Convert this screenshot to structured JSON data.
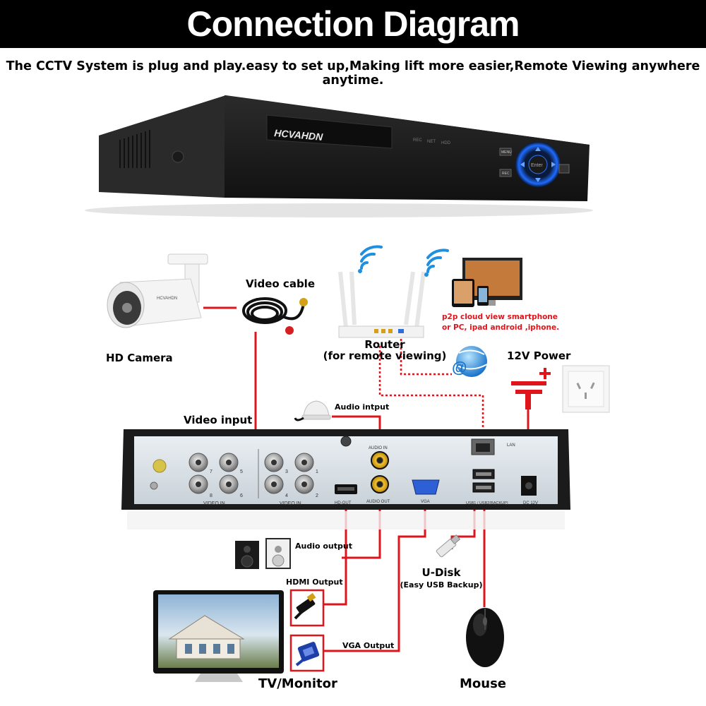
{
  "header": {
    "title": "Connection Diagram",
    "subtitle": "The CCTV System is plug and play.easy to set up,Making lift more easier,Remote Viewing anywhere anytime."
  },
  "dvr_front": {
    "brand": "HCVAHDN",
    "indicators": [
      "REC",
      "NET",
      "HDD"
    ],
    "buttons": [
      "MENU",
      "REC"
    ],
    "enter_label": "Enter"
  },
  "dvr_back": {
    "bnc_numbers_left": [
      "7",
      "5",
      "8",
      "6"
    ],
    "bnc_numbers_right": [
      "3",
      "1",
      "4",
      "2"
    ],
    "video_in_label": "VIDEO IN",
    "audio_in_label": "AUDIO IN",
    "audio_out_label": "AUDIO OUT",
    "hdmi_label": "HD-OUT",
    "vga_label": "VGA",
    "lan_label": "LAN",
    "usb_label": "USB1 / USB2(BACKUP)",
    "dc_label": "DC 12V"
  },
  "labels": {
    "hd_camera": "HD Camera",
    "video_cable": "Video cable",
    "router": "Router",
    "router_sub": "(for remote viewing)",
    "p2p_line1": "p2p cloud  view smartphone",
    "p2p_line2": "or PC, ipad android ,iphone.",
    "power": "12V Power",
    "video_input": "Video input",
    "audio_input": "Audio intput",
    "audio_output": "Audio output",
    "hdmi_output": "HDMI Output",
    "vga_output": "VGA Output",
    "udisk": "U-Disk",
    "udisk_sub": "(Easy USB Backup)",
    "tv_monitor": "TV/Monitor",
    "mouse": "Mouse"
  },
  "colors": {
    "wire": "#e0141b",
    "title_bg": "#000000",
    "dvr_body": "#222222"
  }
}
